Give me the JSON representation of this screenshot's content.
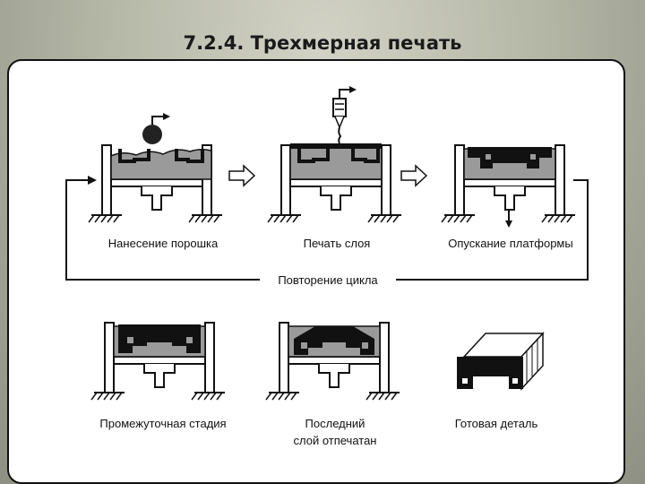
{
  "title": "7.2.4. Трехмерная печать",
  "stages": {
    "powder": "Нанесение порошка",
    "print": "Печать слоя",
    "lower": "Опускание платформы",
    "cycle": "Повторение цикла",
    "intermediate": "Промежуточная стадия",
    "last_line1": "Последний",
    "last_line2": "слой отпечатан",
    "finished": "Готовая деталь"
  }
}
